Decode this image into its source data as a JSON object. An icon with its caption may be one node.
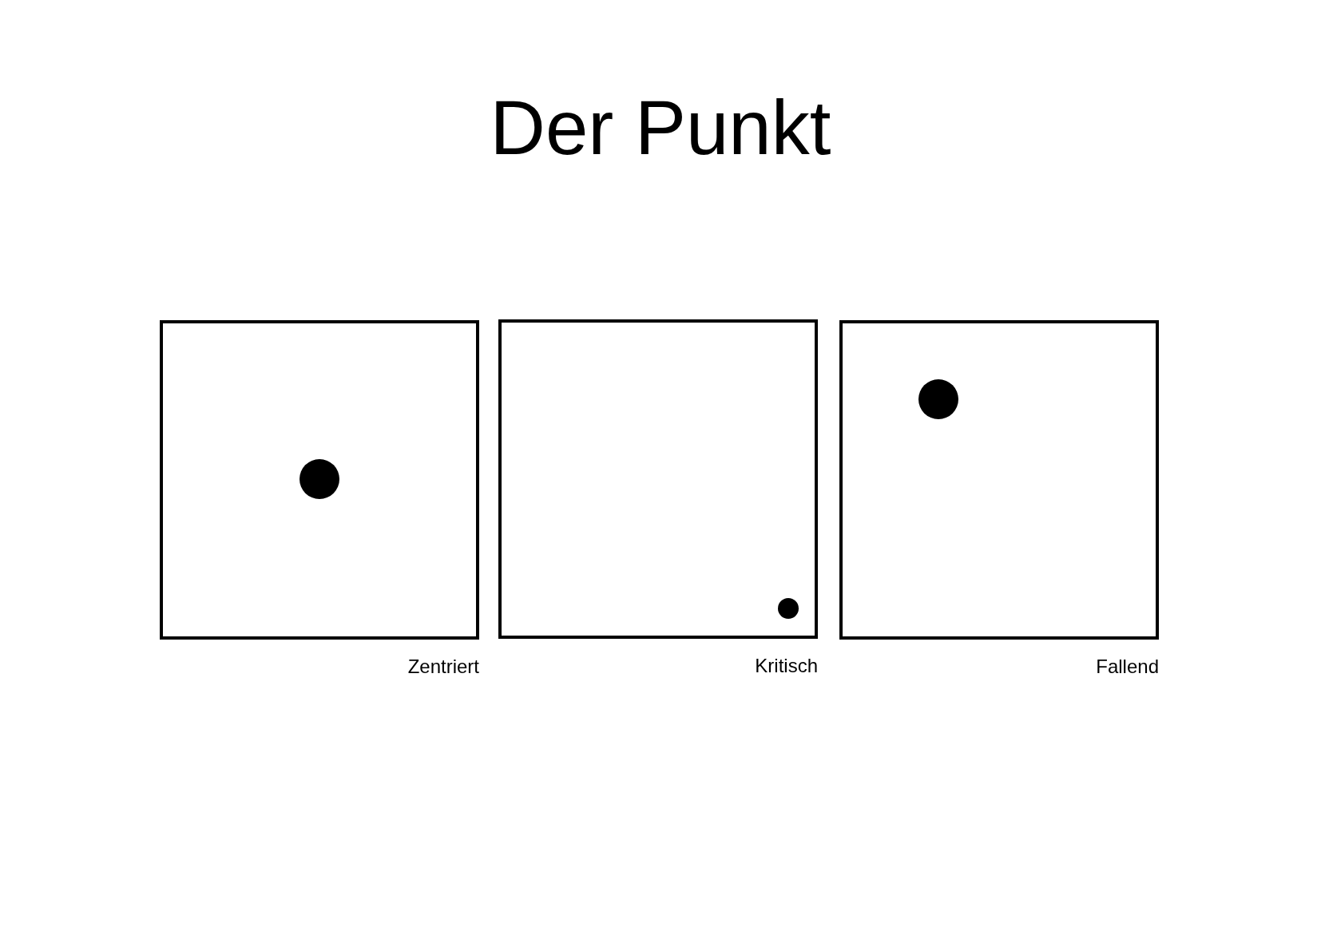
{
  "diagram": {
    "title": "Der Punkt",
    "nodes": [
      {
        "text": [],
        "shape": "box",
        "beside": [
          "Zentriert"
        ]
      },
      {
        "text": [],
        "shape": "box",
        "beside": [
          "Kritisch"
        ]
      },
      {
        "text": [],
        "shape": "box",
        "beside": [
          "Fallend"
        ]
      }
    ]
  }
}
